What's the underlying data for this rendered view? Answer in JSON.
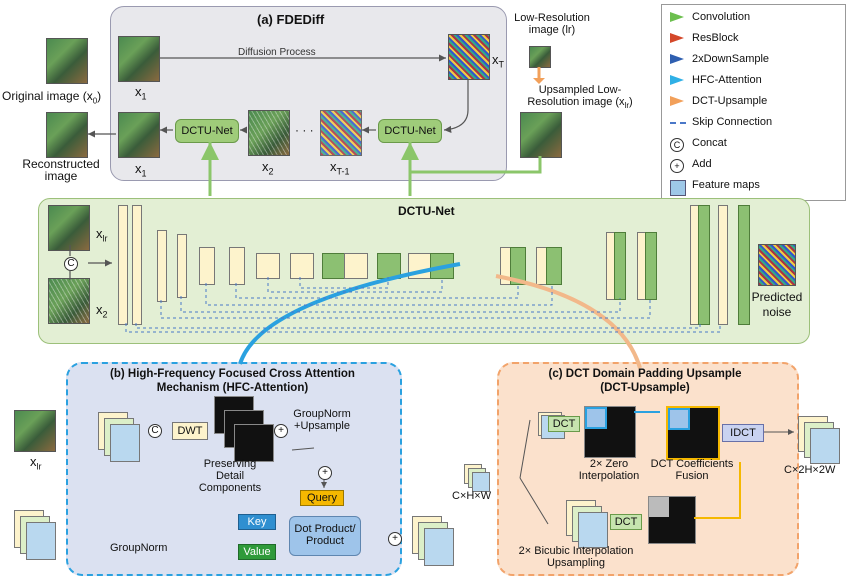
{
  "panel_a": {
    "title": "(a) FDEDiff",
    "diffusion_label": "Diffusion Process",
    "original_label": "Original image (x",
    "original_sub": "0",
    "original_close": ")",
    "reconstructed_label": "Reconstructed",
    "reconstructed_label2": "image",
    "x1": "x",
    "x1_sub": "1",
    "x2": "x",
    "x2_sub": "2",
    "xT1": "x",
    "xT1_sub": "T-1",
    "xT": "x",
    "xT_sub": "T",
    "net1": "DCTU-Net",
    "net2": "DCTU-Net",
    "dots": "· · ·",
    "lr_title": "Low-Resolution",
    "lr_title2": "image (lr)",
    "up_title": "Upsampled Low-",
    "up_title2": "Resolution image (x",
    "up_sub": "lr",
    "up_close": ")"
  },
  "dctu": {
    "title": "DCTU-Net",
    "xlr": "x",
    "xlr_sub": "lr",
    "x2": "x",
    "x2_sub": "2",
    "concat": "C",
    "predicted": "Predicted",
    "predicted2": "noise"
  },
  "legend": {
    "items": [
      {
        "label": "Convolution",
        "color": "#6cbf4e"
      },
      {
        "label": "ResBlock",
        "color": "#d4482a"
      },
      {
        "label": "2xDownSample",
        "color": "#2f5fb0"
      },
      {
        "label": "HFC-Attention",
        "color": "#2fb0e6"
      },
      {
        "label": "DCT-Upsample",
        "color": "#f2a05a"
      },
      {
        "label": "Skip Connection",
        "color": "#4a78c8"
      },
      {
        "label": "Concat",
        "color": "#000000"
      },
      {
        "label": "Add",
        "color": "#000000"
      },
      {
        "label": "Feature maps",
        "color": "#9ec8e8"
      }
    ],
    "concat_sym": "C",
    "add_sym": "+"
  },
  "panel_b": {
    "title": "(b) High-Frequency Focused Cross Attention",
    "title2": "Mechanism (HFC-Attention)",
    "xlr": "x",
    "xlr_sub": "lr",
    "dwt": "DWT",
    "concat": "C",
    "preserving": "Preserving",
    "preserving2": "Detail",
    "preserving3": "Components",
    "groupnorm_up": "GroupNorm",
    "groupnorm_up2": "+Upsample",
    "query": "Query",
    "key": "Key",
    "value": "Value",
    "dot": "Dot Product/",
    "dot2": "Product",
    "groupnorm": "GroupNorm",
    "add": "+"
  },
  "panel_c": {
    "title": "(c) DCT Domain Padding Upsample",
    "title2": "(DCT-Upsample)",
    "dct1": "DCT",
    "dct2": "DCT",
    "idct": "IDCT",
    "zero": "2× Zero",
    "zero2": "Interpolation",
    "fusion": "DCT Coefficients",
    "fusion2": "Fusion",
    "bicubic": "2× Bicubic Interpolation",
    "bicubic2": "Upsampling",
    "in_dim": "C×H×W",
    "out_dim": "C×2H×2W"
  }
}
